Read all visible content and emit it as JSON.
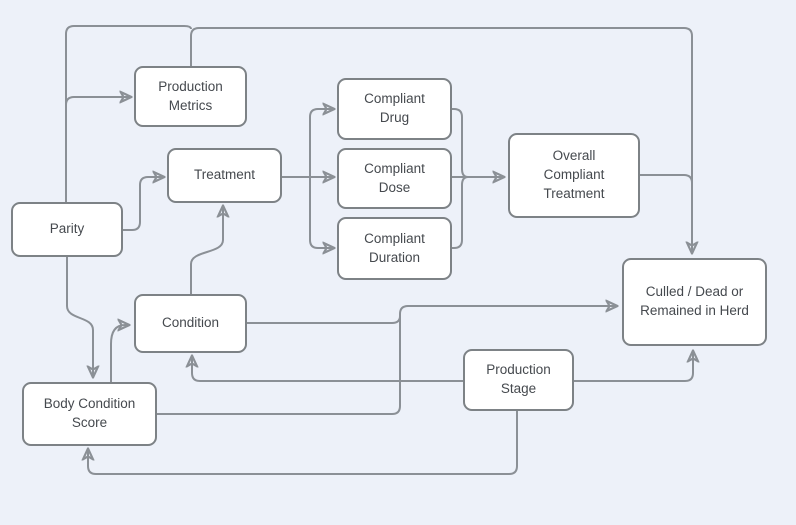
{
  "diagram": {
    "type": "flowchart",
    "colors": {
      "background": "#edf1f9",
      "node_fill": "#ffffff",
      "node_border": "#7d8286",
      "edge_stroke": "#8b9096",
      "text": "#45494e"
    },
    "nodes": [
      {
        "id": "parity",
        "label": "Parity"
      },
      {
        "id": "production-metrics",
        "label": "Production\nMetrics"
      },
      {
        "id": "treatment",
        "label": "Treatment"
      },
      {
        "id": "compliant-drug",
        "label": "Compliant\nDrug"
      },
      {
        "id": "compliant-dose",
        "label": "Compliant\nDose"
      },
      {
        "id": "compliant-duration",
        "label": "Compliant\nDuration"
      },
      {
        "id": "overall-compliant-treatment",
        "label": "Overall\nCompliant\nTreatment"
      },
      {
        "id": "condition",
        "label": "Condition"
      },
      {
        "id": "body-condition-score",
        "label": "Body Condition\nScore"
      },
      {
        "id": "production-stage",
        "label": "Production\nStage"
      },
      {
        "id": "culled-dead",
        "label": "Culled / Dead or\nRemained in Herd"
      }
    ],
    "edges": [
      {
        "from": "Parity",
        "to": "Production Metrics"
      },
      {
        "from": "Parity",
        "to": "Culled / Dead or Remained in Herd"
      },
      {
        "from": "Parity",
        "to": "Treatment"
      },
      {
        "from": "Parity",
        "to": "Body Condition Score"
      },
      {
        "from": "Production Metrics",
        "to": "Culled / Dead or Remained in Herd"
      },
      {
        "from": "Condition",
        "to": "Treatment"
      },
      {
        "from": "Treatment",
        "to": "Compliant Drug"
      },
      {
        "from": "Treatment",
        "to": "Compliant Dose"
      },
      {
        "from": "Treatment",
        "to": "Compliant Duration"
      },
      {
        "from": "Compliant Drug",
        "to": "Overall Compliant Treatment"
      },
      {
        "from": "Compliant Dose",
        "to": "Overall Compliant Treatment"
      },
      {
        "from": "Compliant Duration",
        "to": "Overall Compliant Treatment"
      },
      {
        "from": "Overall Compliant Treatment",
        "to": "Culled / Dead or Remained in Herd"
      },
      {
        "from": "Body Condition Score",
        "to": "Condition"
      },
      {
        "from": "Body Condition Score",
        "to": "Culled / Dead or Remained in Herd"
      },
      {
        "from": "Condition",
        "to": "Culled / Dead or Remained in Herd"
      },
      {
        "from": "Production Stage",
        "to": "Condition"
      },
      {
        "from": "Production Stage",
        "to": "Culled / Dead or Remained in Herd"
      },
      {
        "from": "Production Stage",
        "to": "Body Condition Score"
      }
    ]
  }
}
